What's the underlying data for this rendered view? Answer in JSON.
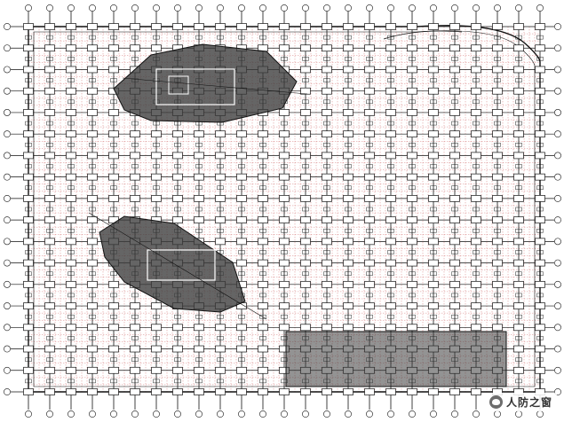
{
  "chart_data": {
    "type": "floor-plan",
    "columns": 25,
    "rows": 18,
    "line_colors": {
      "structure": "#111111",
      "rebar": "#c23b3b",
      "fill": "#3a3a3a"
    }
  },
  "watermark": {
    "text": "人防之窗",
    "icon": "wechat-logo-icon"
  }
}
